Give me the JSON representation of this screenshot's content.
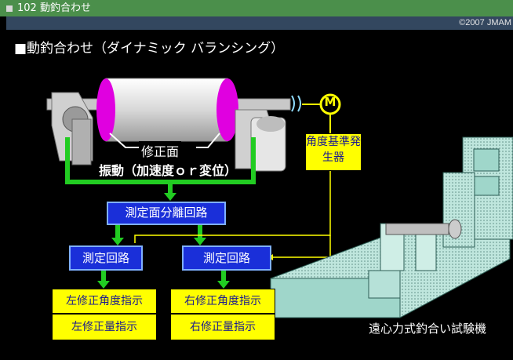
{
  "window": {
    "title": "102 動釣合わせ",
    "copyright": "©2007 JMAM"
  },
  "heading": "■動釣合わせ（ダイナミック バランシング）",
  "diagram": {
    "motor_symbol": "M",
    "correction_plane_label": "修正面",
    "vibration_label": "振動（加速度ｏｒ変位）",
    "angle_generator": "角度基準発生器",
    "separation_circuit": "測定面分離回路",
    "measure_left": "測定回路",
    "measure_right": "測定回路",
    "left_angle": "左修正角度指示",
    "left_amount": "左修正量指示",
    "right_angle": "右修正角度指示",
    "right_amount": "右修正量指示",
    "machine_caption": "遠心力式釣合い試験機"
  },
  "colors": {
    "green_line": "#22cc22",
    "box_blue": "#1a2fd9",
    "box_yellow": "#ffff00",
    "rotor_pink": "#e000e0"
  }
}
